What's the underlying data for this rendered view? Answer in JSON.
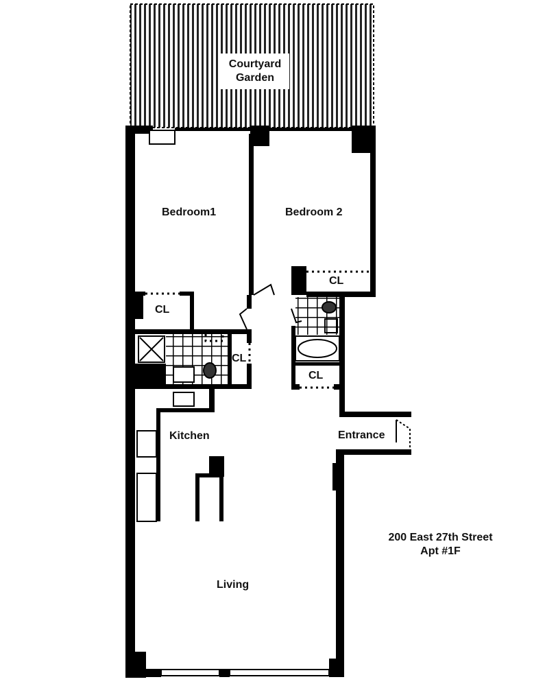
{
  "plan": {
    "courtyard": [
      "Courtyard",
      "Garden"
    ],
    "rooms": {
      "bedroom1": "Bedroom1",
      "bedroom2": "Bedroom 2",
      "kitchen": "Kitchen",
      "living": "Living",
      "entrance": "Entrance",
      "closet_bed1": "CL",
      "closet_bed2": "CL",
      "closet_bath1": "CL",
      "closet_bath2": "CL"
    },
    "address": [
      "200 East 27th Street",
      "Apt #1F"
    ]
  },
  "colors": {
    "wall": "#000000",
    "background": "#ffffff"
  }
}
